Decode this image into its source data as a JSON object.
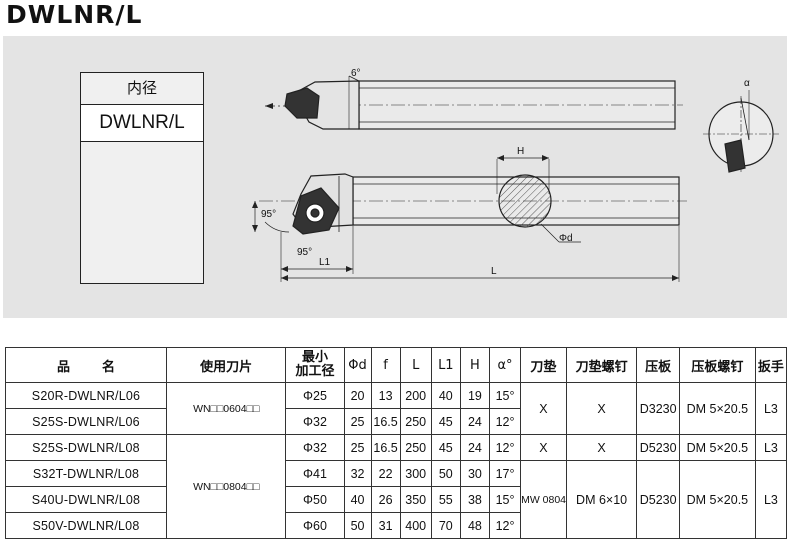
{
  "title": "DWLNR/L",
  "drawing": {
    "box_cn": "内径",
    "box_code": "DWLNR/L",
    "dims": {
      "angle_6": "6°",
      "alpha": "α",
      "h": "H",
      "phi_d": "Φd",
      "angle_95a": "95°",
      "angle_95b": "95°",
      "l1": "L1",
      "l": "L"
    }
  },
  "table": {
    "headers": {
      "name_1": "品",
      "name_2": "名",
      "insert": "使用刀片",
      "min_bore_1": "最小",
      "min_bore_2": "加工径",
      "phi_d": "Φd",
      "f": "f",
      "l": "L",
      "l1": "L1",
      "h": "H",
      "alpha": "α°",
      "shim": "刀垫",
      "shim_screw": "刀垫螺钉",
      "clamp": "压板",
      "clamp_screw": "压板螺钉",
      "wrench": "扳手"
    },
    "rows": [
      {
        "model": "S20R-DWLNR/L06",
        "min": "Φ25",
        "d": "20",
        "f": "13",
        "l": "200",
        "l1": "40",
        "h": "19",
        "a": "15°"
      },
      {
        "model": "S25S-DWLNR/L06",
        "min": "Φ32",
        "d": "25",
        "f": "16.5",
        "l": "250",
        "l1": "45",
        "h": "24",
        "a": "12°"
      },
      {
        "model": "S25S-DWLNR/L08",
        "min": "Φ32",
        "d": "25",
        "f": "16.5",
        "l": "250",
        "l1": "45",
        "h": "24",
        "a": "12°"
      },
      {
        "model": "S32T-DWLNR/L08",
        "min": "Φ41",
        "d": "32",
        "f": "22",
        "l": "300",
        "l1": "50",
        "h": "30",
        "a": "17°"
      },
      {
        "model": "S40U-DWLNR/L08",
        "min": "Φ50",
        "d": "40",
        "f": "26",
        "l": "350",
        "l1": "55",
        "h": "38",
        "a": "15°"
      },
      {
        "model": "S50V-DWLNR/L08",
        "min": "Φ60",
        "d": "50",
        "f": "31",
        "l": "400",
        "l1": "70",
        "h": "48",
        "a": "12°"
      }
    ],
    "groups": {
      "insert_06": "WN□□0604□□",
      "insert_08": "WN□□0804□□",
      "g1": {
        "shim": "X",
        "shim_screw": "X",
        "clamp": "D3230",
        "clamp_screw": "DM 5×20.5",
        "wrench": "L3"
      },
      "g2": {
        "shim": "X",
        "shim_screw": "X",
        "clamp": "D5230",
        "clamp_screw": "DM 5×20.5",
        "wrench": "L3"
      },
      "g3": {
        "shim": "MW 0804",
        "shim_screw": "DM 6×10",
        "clamp": "D5230",
        "clamp_screw": "DM 5×20.5",
        "wrench": "L3"
      }
    }
  }
}
